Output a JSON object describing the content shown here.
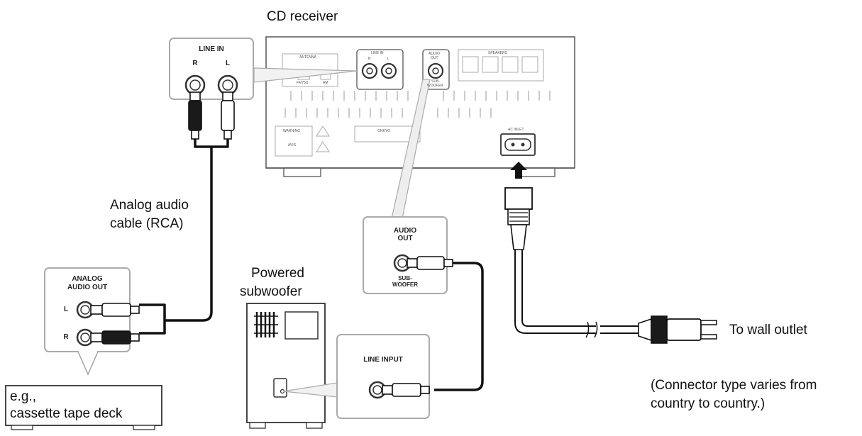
{
  "labels": {
    "cd_receiver": "CD receiver",
    "analog_cable_line1": "Analog audio",
    "analog_cable_line2": "cable (RCA)",
    "powered_subwoofer_line1": "Powered",
    "powered_subwoofer_line2": "subwoofer",
    "wall_outlet": "To wall outlet",
    "connector_note_line1": "(Connector type varies from",
    "connector_note_line2": "country to country.)",
    "eg": "e.g.,",
    "cassette": "cassette tape deck"
  },
  "panels": {
    "line_in_title": "LINE IN",
    "line_in_r": "R",
    "line_in_l": "L",
    "analog_out_line1": "ANALOG",
    "analog_out_line2": "AUDIO OUT",
    "analog_out_l": "L",
    "analog_out_r": "R",
    "audio_out_line1": "AUDIO",
    "audio_out_line2": "OUT",
    "audio_out_sub1": "SUB-",
    "audio_out_sub2": "WOOFER",
    "line_input": "LINE INPUT"
  },
  "receiver_panel": {
    "antenna": "ANTENNA",
    "fm75": "FM75Ω",
    "am": "AM",
    "line_in": "LINE IN",
    "r": "R",
    "l": "L",
    "audio_out_1": "AUDIO",
    "audio_out_2": "OUT",
    "subwoofer_1": "SUB-",
    "subwoofer_2": "WOOFER",
    "speakers": "SPEAKERS",
    "warning": "WARNING",
    "avis": "AVIS",
    "brand": "ONKYO",
    "ac_outlet": "AC INLET"
  },
  "colors": {
    "outline": "#555555",
    "panel_stroke": "#aaaaaa",
    "cable": "#111111",
    "plug_dark": "#1a1a1a"
  }
}
